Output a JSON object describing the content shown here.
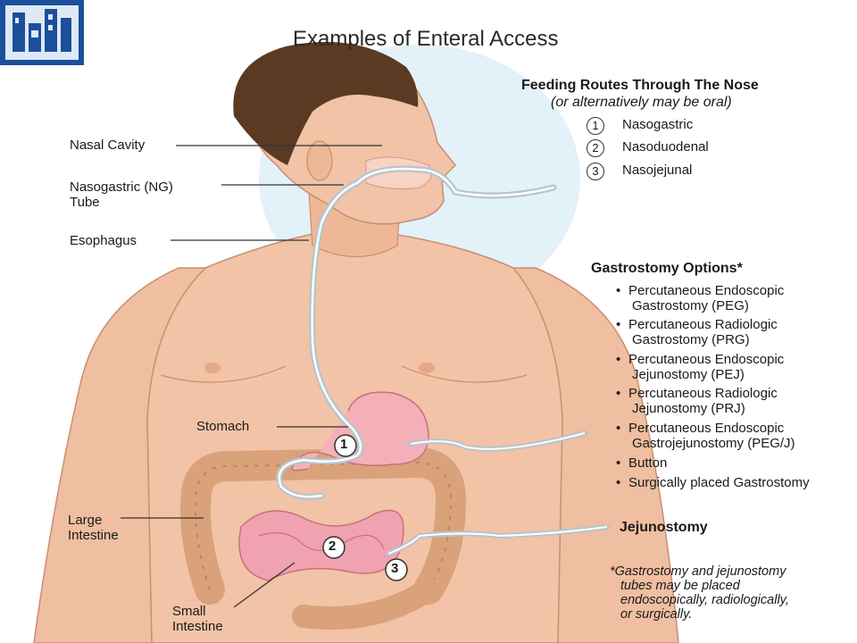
{
  "title": "Examples of Enteral Access",
  "anatomy_labels": {
    "nasal_cavity": "Nasal Cavity",
    "ng_tube_line1": "Nasogastric (NG)",
    "ng_tube_line2": "Tube",
    "esophagus": "Esophagus",
    "stomach": "Stomach",
    "large_intestine_line1": "Large",
    "large_intestine_line2": "Intestine",
    "small_intestine_line1": "Small",
    "small_intestine_line2": "Intestine"
  },
  "markers": [
    "1",
    "2",
    "3"
  ],
  "nose_routes": {
    "heading": "Feeding Routes Through The Nose",
    "subheading": "(or alternatively may be oral)",
    "items": [
      {
        "num": "1",
        "label": "Nasogastric"
      },
      {
        "num": "2",
        "label": "Nasoduodenal"
      },
      {
        "num": "3",
        "label": "Nasojejunal"
      }
    ]
  },
  "gastrostomy": {
    "heading": "Gastrostomy Options*",
    "options": [
      {
        "line1": "Percutaneous Endoscopic",
        "line2": "Gastrostomy (PEG)"
      },
      {
        "line1": "Percutaneous Radiologic",
        "line2": "Gastrostomy (PRG)"
      },
      {
        "line1": "Percutaneous Endoscopic",
        "line2": "Jejunostomy (PEJ)"
      },
      {
        "line1": "Percutaneous Radiologic",
        "line2": "Jejunostomy (PRJ)"
      },
      {
        "line1": "Percutaneous Endoscopic",
        "line2": "Gastrojejunostomy (PEG/J)"
      },
      {
        "line1": "Button",
        "line2": ""
      },
      {
        "line1": "Surgically placed Gastrostomy",
        "line2": ""
      }
    ]
  },
  "jejunostomy": "Jejunostomy",
  "footnote": {
    "line1": "*Gastrostomy and jejunostomy",
    "line2": "tubes may be placed",
    "line3": "endoscopically, radiologically,",
    "line4": "or surgically."
  },
  "colors": {
    "skin": "#f2c3a6",
    "skin_shadow": "#e3a686",
    "hair": "#5a3a22",
    "stomach": "#f4b0b8",
    "intestine": "#d9a27a",
    "small_intestine": "#f0a2b0",
    "tube": "#b8c4cc",
    "backdrop": "#d8ecf7",
    "logo": "#1b4f9c"
  }
}
